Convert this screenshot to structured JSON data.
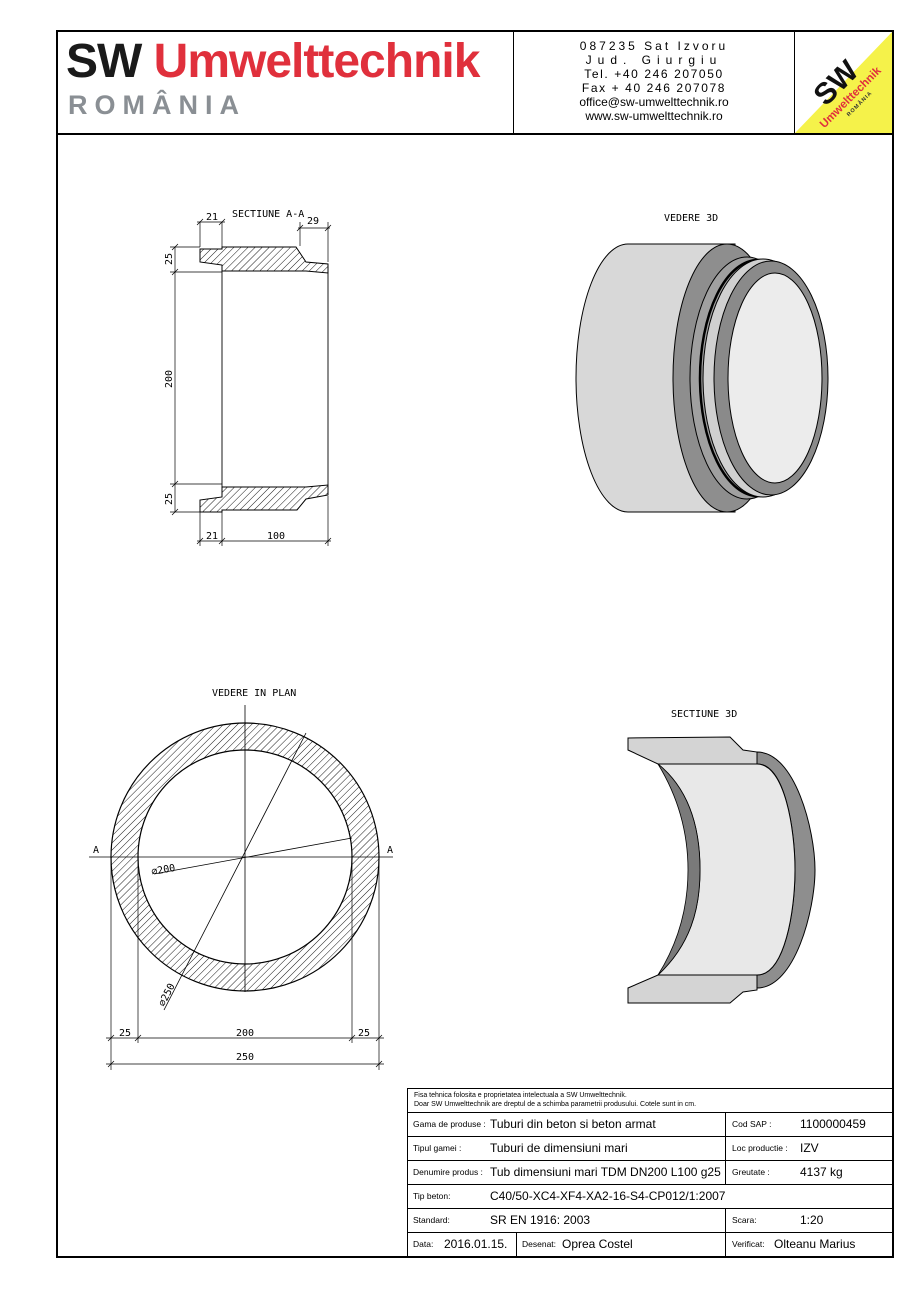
{
  "header": {
    "brand_sw": "SW",
    "brand_name": "Umwelttechnik",
    "brand_country": "ROMÂNIA",
    "contact": {
      "line1": "087235 Sat Izvoru",
      "line2": "Jud. Giurgiu",
      "line3": "Tel. +40 246 207050",
      "line4": "Fax + 40 246 207078",
      "line5": "office@sw-umwelttechnik.ro",
      "line6": "www.sw-umwelttechnik.ro"
    },
    "logo": {
      "sw": "SW",
      "name": "Umwelttechnik",
      "country": "ROMÂNIA",
      "colors": {
        "background": "#f5f24a",
        "text_red": "#e0303c",
        "text_dark": "#111111"
      }
    }
  },
  "views": {
    "section": {
      "title": "SECTIUNE A-A",
      "dims": {
        "top_left": "21",
        "top_right": "29",
        "left_top": "25",
        "left_mid": "200",
        "left_bottom": "25",
        "bottom_left": "21",
        "bottom_right": "100"
      }
    },
    "view3d": {
      "title": "VEDERE 3D"
    },
    "plan": {
      "title": "VEDERE IN PLAN",
      "axis_left": "A",
      "axis_right": "A",
      "inner_diameter": "⌀200",
      "outer_diameter": "⌀250",
      "dims": {
        "left": "25",
        "middle": "200",
        "right": "25",
        "total": "250"
      }
    },
    "section3d": {
      "title": "SECTIUNE 3D"
    }
  },
  "title_block": {
    "notes_line1": "Fisa tehnica folosita e proprietatea intelectuala a SW Umwelttechnik.",
    "notes_line2": "Doar SW Umwelttechnik are dreptul de a schimba parametrii produsului. Cotele sunt in cm.",
    "gama_label": "Gama de produse :",
    "gama_value": "Tuburi din beton si beton armat",
    "sap_label": "Cod SAP :",
    "sap_value": "1100000459",
    "tip_label": "Tipul gamei :",
    "tip_value": "Tuburi de dimensiuni mari",
    "loc_label": "Loc productie :",
    "loc_value": "IZV",
    "den_label": "Denumire produs :",
    "den_value": "Tub dimensiuni mari TDM DN200 L100 g25",
    "greut_label": "Greutate :",
    "greut_value": "4137 kg",
    "beton_label": "Tip beton:",
    "beton_value": "C40/50-XC4-XF4-XA2-16-S4-CP012/1:2007",
    "std_label": "Standard:",
    "std_value": "SR EN 1916: 2003",
    "scara_label": "Scara:",
    "scara_value": "1:20",
    "data_label": "Data:",
    "data_value": "2016.01.15.",
    "desenat_label": "Desenat:",
    "desenat_value": "Oprea Costel",
    "verificat_label": "Verificat:",
    "verificat_value": "Olteanu Marius"
  }
}
